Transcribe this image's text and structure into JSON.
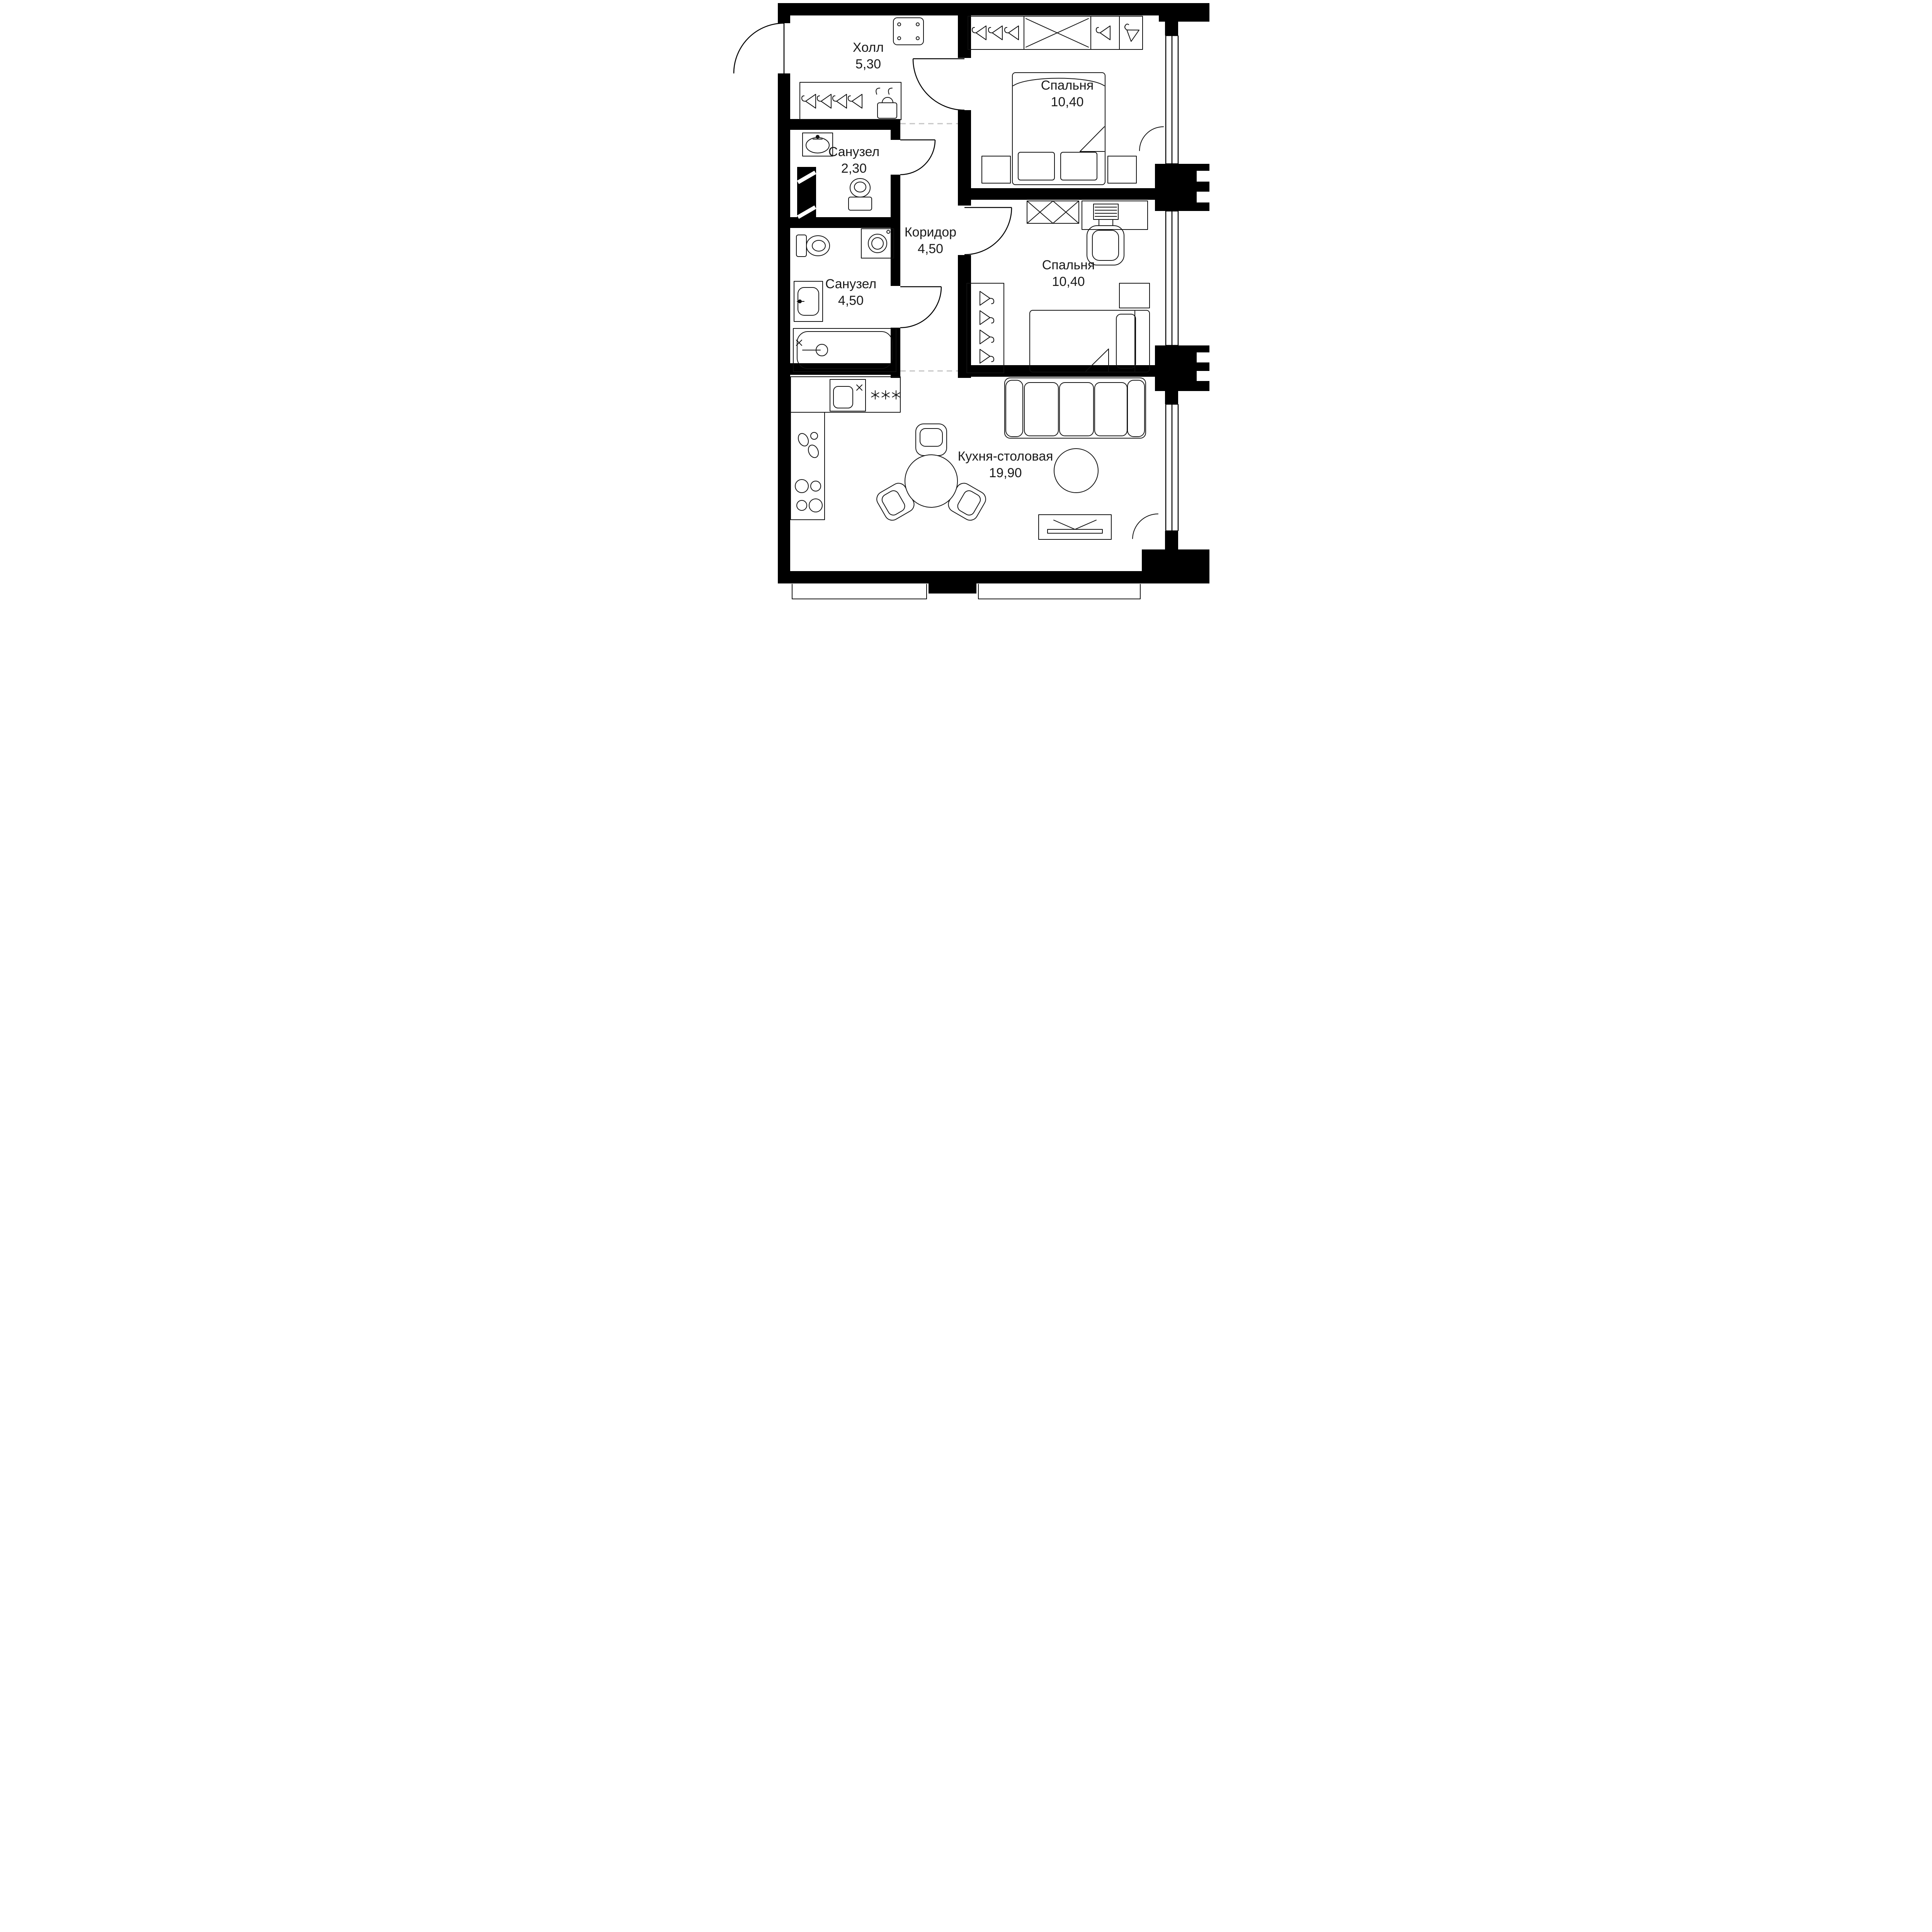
{
  "plan": {
    "rooms": {
      "hall": {
        "name": "Холл",
        "area": "5,30"
      },
      "bathroom_small": {
        "name": "Санузел",
        "area": "2,30"
      },
      "corridor": {
        "name": "Коридор",
        "area": "4,50"
      },
      "bathroom_large": {
        "name": "Санузел",
        "area": "4,50"
      },
      "bedroom_top": {
        "name": "Спальня",
        "area": "10,40"
      },
      "bedroom_middle": {
        "name": "Спальня",
        "area": "10,40"
      },
      "kitchen_dining": {
        "name": "Кухня-столовая",
        "area": "19,90"
      }
    },
    "colors": {
      "walls": "#000000",
      "lines": "#111111",
      "dashed_zone_line": "#c4c4c4",
      "background": "#ffffff",
      "text": "#1a1a1a"
    }
  }
}
